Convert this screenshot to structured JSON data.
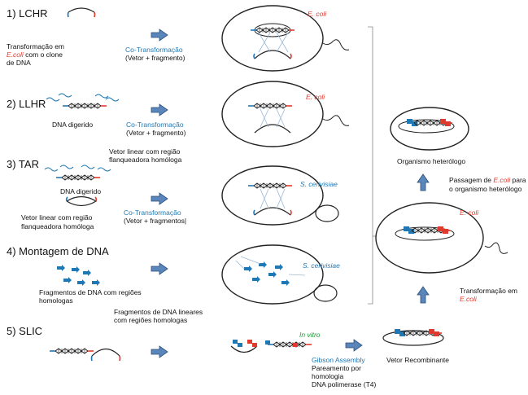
{
  "methods": {
    "lchr": {
      "title": "1) LCHR",
      "desc_line1": "Transformação em",
      "desc_ecoli": "E.coli",
      "desc_line2": " com o clone",
      "desc_line3": "de DNA",
      "arrow_label1": "Co-Transformação",
      "arrow_label2": "(Vetor + fragmento)",
      "host": "E. coli"
    },
    "llhr": {
      "title": "2) LLHR",
      "dna_label": "DNA digerido",
      "arrow_label1": "Co-Transformação",
      "arrow_label2": "(Vetor + fragmento)",
      "note1": "Vetor      linear      com      região",
      "note2": "flanqueadora homóloga",
      "host": "E. coli"
    },
    "tar": {
      "title": "3) TAR",
      "dna_label": "DNA digerido",
      "note1": "Vetor linear com região",
      "note2": "flanqueadora homóloga",
      "arrow_label1": "Co-Transformação",
      "arrow_label2": "(Vetor + fragmentos|",
      "host": "S. cerivisiae"
    },
    "montagem": {
      "title": "4) Montagem de DNA",
      "note1": "Fragmentos  de  DNA  com  regiões",
      "note2": "homologas",
      "host": "S. cerivisiae",
      "below1": "Fragmentos de DNA lineares",
      "below2": "com regiões homologas"
    },
    "slic": {
      "title": "5) SLIC",
      "in_vitro": "In vitro",
      "gibson": "Gibson Assembly",
      "step1": "Pareamento por",
      "step2": "homologia",
      "step3": "DNA polimerase (T4)",
      "result": "Vetor Recombinante"
    }
  },
  "right_panel": {
    "organism": "Organismo heterólogo",
    "passage1_a": "Passagem de ",
    "passage1_ecoli": "E.coli",
    "passage1_b": " para",
    "passage2": "o organismo heterólogo",
    "host": "E. coli",
    "transform1": "Transformação em",
    "transform2": "E.coli"
  },
  "colors": {
    "blue": "#1f78b4",
    "red": "#e03a2e",
    "green": "#1f9a3a",
    "arrow_fill": "#4a76a8"
  }
}
